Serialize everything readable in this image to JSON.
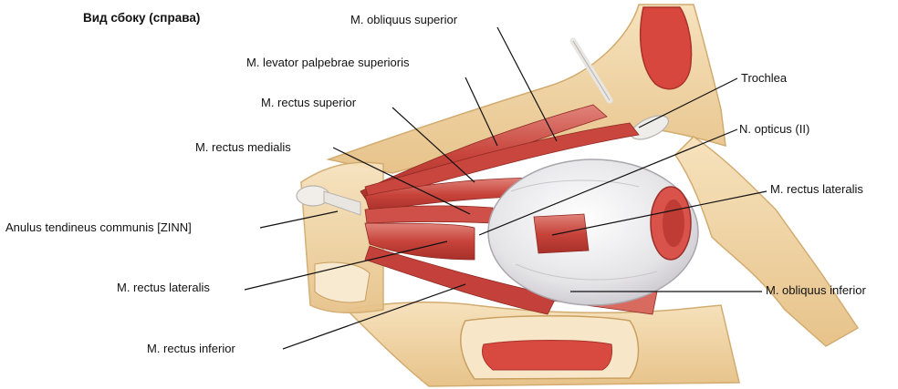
{
  "title": "Вид сбоку (справа)",
  "labels": {
    "obliquus_superior": "M. obliquus superior",
    "levator_palpebrae": "M. levator palpebrae superioris",
    "rectus_superior": "M. rectus superior",
    "rectus_medialis": "M. rectus medialis",
    "anulus_tendineus": "Anulus tendineus communis [ZINN]",
    "rectus_lateralis_left": "M. rectus lateralis",
    "rectus_inferior": "M. rectus inferior",
    "trochlea": "Trochlea",
    "n_opticus": "N. opticus (II)",
    "rectus_lateralis_right": "M. rectus lateralis",
    "obliquus_inferior": "M. obliquus inferior"
  },
  "colors": {
    "bone": "#f2d7a8",
    "bone_edge": "#d9b77e",
    "muscle": "#c9473f",
    "muscle_light": "#e58a7e",
    "tendon": "#ecebea",
    "eyeball": "#ecebec",
    "leader": "#111111"
  }
}
